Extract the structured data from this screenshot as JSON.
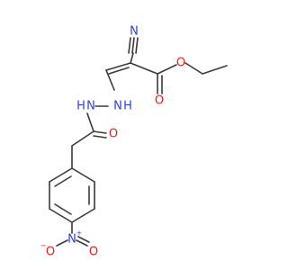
{
  "molecule": {
    "colors": {
      "bond": "#3a3a3a",
      "nitrogen": "#2f3fe0",
      "oxygen": "#e0221a",
      "carbon": "#3a3a3a"
    },
    "atom_labels": {
      "nitrile_n": "N",
      "ester_o_single": "O",
      "ester_o_double": "O",
      "hydrazine_nh1": "N",
      "hydrazine_h1": "H",
      "hydrazine_nh2": "N",
      "hydrazine_h2": "H",
      "amide_o": "O",
      "nitro_n": "N",
      "nitro_plus": "+",
      "nitro_o_left": "O",
      "nitro_o_left_minus": "−",
      "nitro_o_right": "O"
    }
  }
}
